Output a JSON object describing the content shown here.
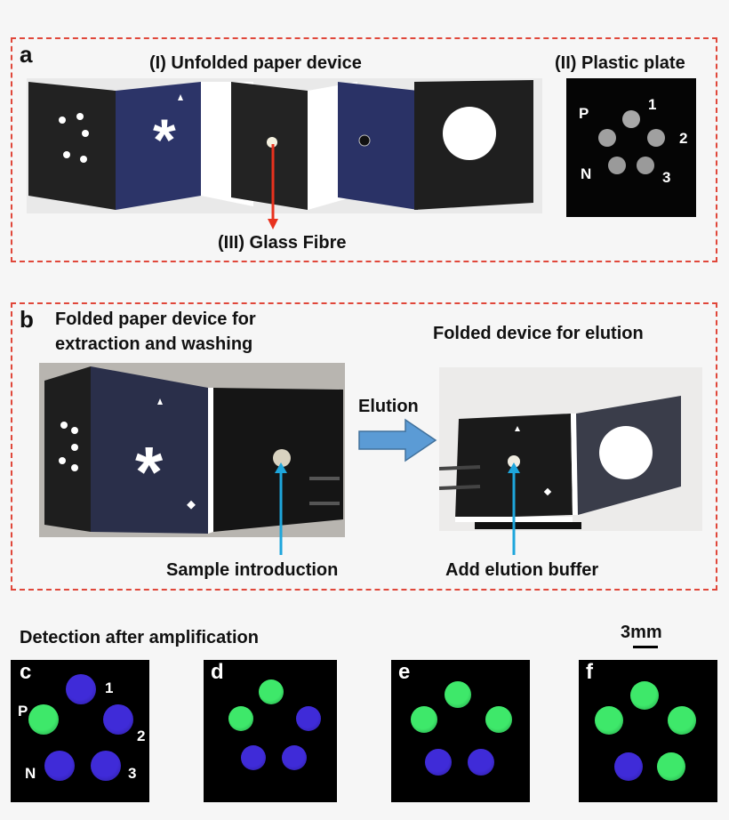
{
  "panel_a": {
    "letter": "a",
    "unfolded_title": "(I) Unfolded paper device",
    "plate_title": "(II) Plastic plate",
    "glass_fibre": "(III) Glass Fibre",
    "plate_labels": {
      "p": "P",
      "n": "N",
      "one": "1",
      "two": "2",
      "three": "3"
    }
  },
  "panel_b": {
    "letter": "b",
    "left_title_line1": "Folded paper device for",
    "left_title_line2": "extraction and washing",
    "right_title": "Folded device for elution",
    "elution": "Elution",
    "sample_intro": "Sample introduction",
    "add_buffer": "Add elution buffer"
  },
  "detection": {
    "title": "Detection after amplification",
    "scale": "3mm",
    "tiles": [
      {
        "letter": "c",
        "labels": {
          "p": "P",
          "n": "N",
          "one": "1",
          "two": "2",
          "three": "3"
        },
        "spots": {
          "top": "blue",
          "left": "green",
          "right": "blue",
          "bl": "blue",
          "br": "blue"
        }
      },
      {
        "letter": "d",
        "spots": {
          "top": "green",
          "left": "green",
          "right": "blue",
          "bl": "blue",
          "br": "blue"
        }
      },
      {
        "letter": "e",
        "spots": {
          "top": "green",
          "left": "green",
          "right": "green",
          "bl": "blue",
          "br": "blue"
        }
      },
      {
        "letter": "f",
        "spots": {
          "top": "green",
          "left": "green",
          "right": "green",
          "bl": "blue",
          "br": "green"
        }
      }
    ]
  },
  "colors": {
    "dashed_box": "#e0473a",
    "red_arrow": "#e8321e",
    "blue_arrow": "#1ea6dc",
    "elution_arrow": "#5b9bd5",
    "green_spot": "#3ee86a",
    "blue_spot": "#3f2bd8"
  }
}
